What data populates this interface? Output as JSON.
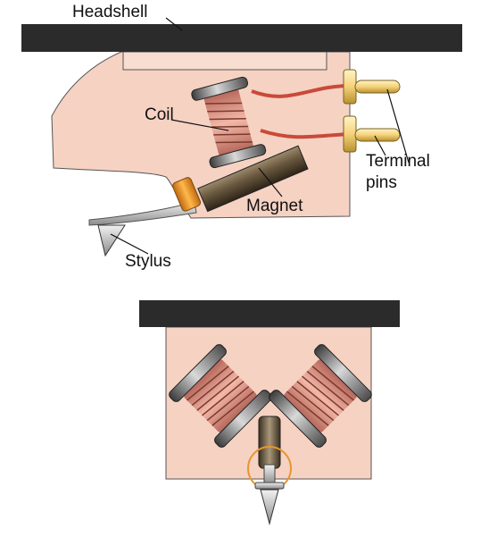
{
  "labels": {
    "headshell": "Headshell",
    "coil": "Coil",
    "terminal_line1": "Terminal",
    "terminal_line2": "pins",
    "magnet": "Magnet",
    "stylus": "Stylus"
  },
  "colors": {
    "headshell_bar": "#2b2b2b",
    "cartridge_body": "#f6d2c3",
    "coil_winding": "#d98978",
    "wire": "#c94a3a",
    "magnet": "#5a4a35",
    "terminal_pin": "#f5d27a",
    "collar": "#e8962c"
  }
}
